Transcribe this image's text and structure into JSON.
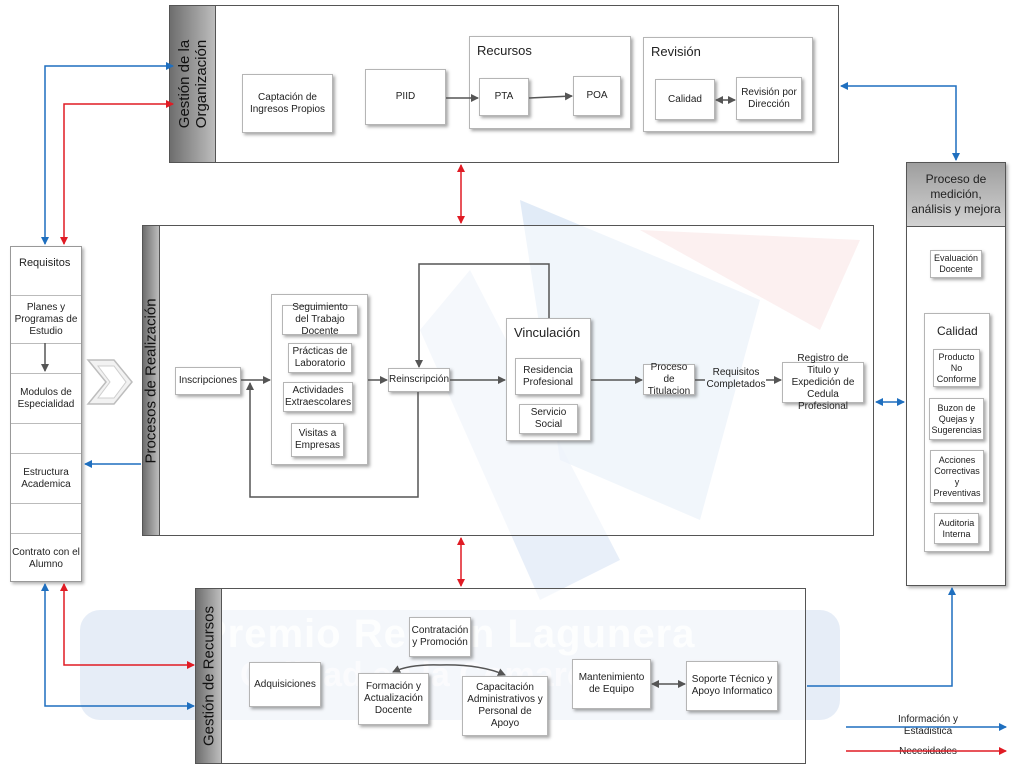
{
  "gestion_organizacion": {
    "title": "Gestión de la Organización",
    "captacion": "Captación de Ingresos Propios",
    "piid": "PIID",
    "recursos_title": "Recursos",
    "pta": "PTA",
    "poa": "POA",
    "revision_title": "Revisión",
    "calidad": "Calidad",
    "revision_direccion": "Revisión por Dirección"
  },
  "requisitos": {
    "title": "Requisitos",
    "items": [
      "Planes y Programas de Estudio",
      "Modulos de Especialidad",
      "Estructura Academica",
      "Contrato con el Alumno"
    ]
  },
  "procesos_realizacion": {
    "title": "Procesos de Realización",
    "inscripciones": "Inscripciones",
    "seguimiento": "Seguimiento del Trabajo Docente",
    "practicas": "Prácticas de Laboratorio",
    "actividades": "Actividades Extraescolares",
    "visitas": "Visitas a Empresas",
    "reinscripcion": "Reinscripción",
    "vinculacion_title": "Vinculación",
    "residencia": "Residencia Profesional",
    "servicio": "Servicio Social",
    "titulacion": "Proceso de Titulacion",
    "requisitos_completados": "Requisitos Completados",
    "registro_titulo": "Registro de Titulo y Expedición de Cedula Profesional"
  },
  "medicion": {
    "title": "Proceso de medición, análisis y mejora",
    "evaluacion": "Evaluación Docente",
    "calidad_title": "Calidad",
    "items": [
      "Producto No Conforme",
      "Buzon de Quejas y Sugerencias",
      "Acciones Correctivas y Preventivas",
      "Auditoria Interna"
    ]
  },
  "gestion_recursos": {
    "title": "Gestión de Recursos",
    "adquisiciones": "Adquisiciones",
    "contratacion": "Contratación y Promoción",
    "formacion": "Formación y Actualización Docente",
    "capacitacion": "Capacitación Administrativos y Personal de Apoyo",
    "mantenimiento": "Mantenimiento de Equipo",
    "soporte": "Soporte Técnico y Apoyo Informatico"
  },
  "legend": {
    "informacion": "Información y Estadistica",
    "necesidades": "Necesidades"
  },
  "watermark": {
    "line1": "Premio Región Lagunera",
    "line2": "Calidad en la Comarca"
  },
  "colors": {
    "blue_arrow": "#1f6fbf",
    "red_arrow": "#e01b24",
    "dark_arrow": "#555555"
  }
}
